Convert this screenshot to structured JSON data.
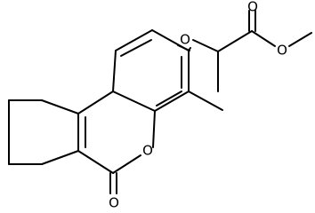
{
  "molecule": {
    "atom_labels": {
      "ether_oxygen": "O",
      "carbonyl_oxygen_ester": "O",
      "methoxy_oxygen": "O",
      "ring_oxygen": "O",
      "lactone_carbonyl_oxygen": "O"
    }
  }
}
